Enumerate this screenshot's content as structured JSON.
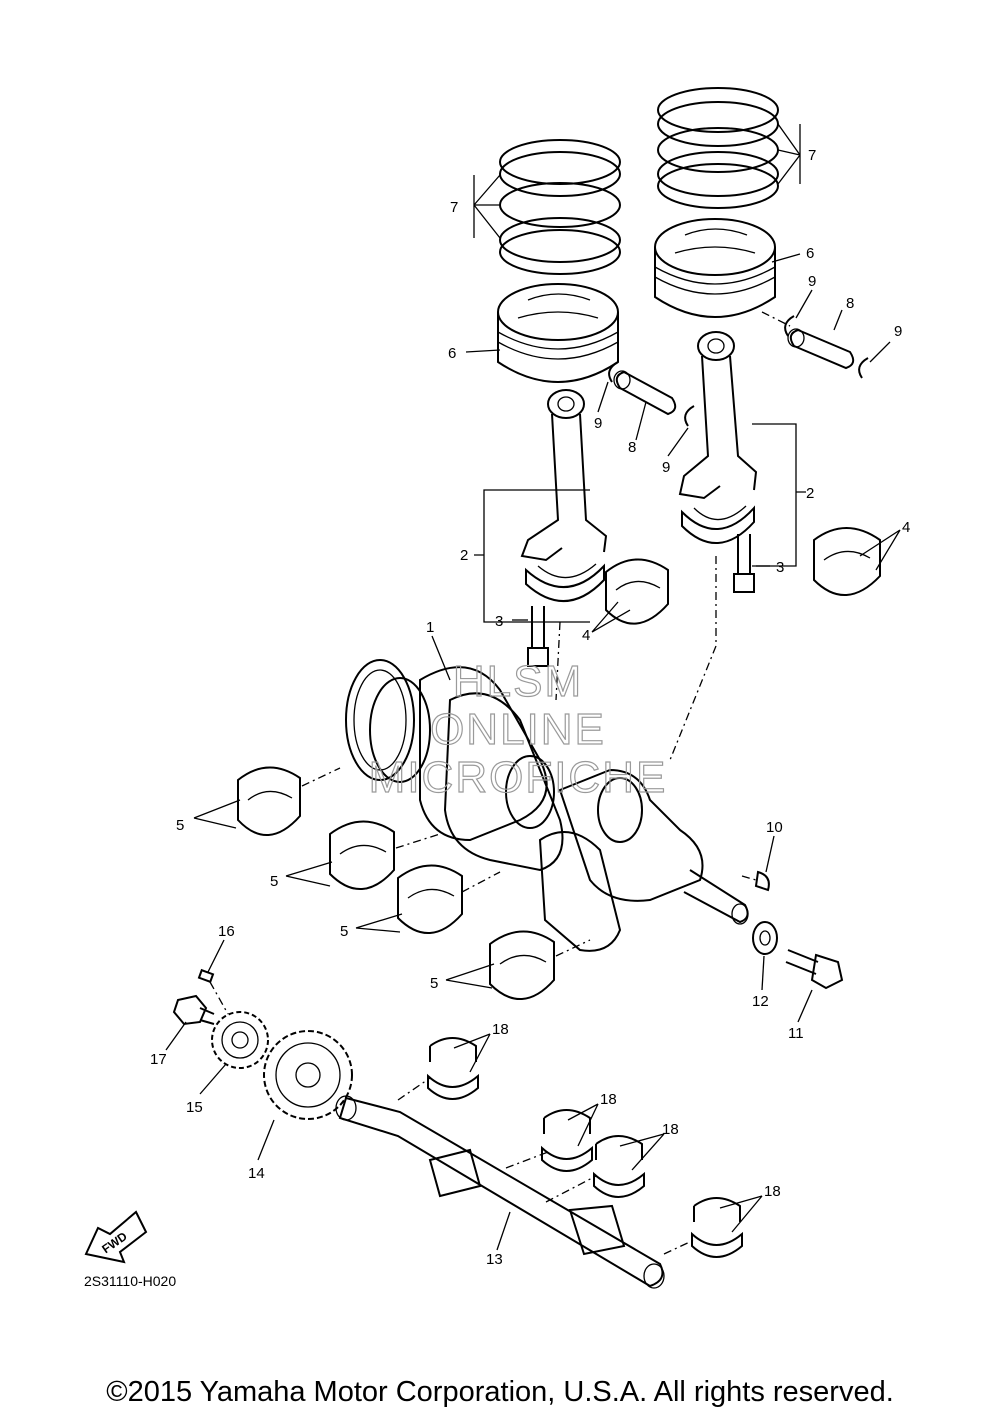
{
  "watermark": {
    "line1": "HLSM",
    "line2": "ONLINE",
    "line3": "MICROFICHE"
  },
  "diagram_code": "2S31110-H020",
  "fwd_label": "FWD",
  "copyright": "©2015 Yamaha Motor Corporation, U.S.A. All rights reserved.",
  "callouts": {
    "c1": "1",
    "c2a": "2",
    "c2b": "2",
    "c3a": "3",
    "c3b": "3",
    "c4a": "4",
    "c4b": "4",
    "c5a": "5",
    "c5b": "5",
    "c5c": "5",
    "c5d": "5",
    "c6a": "6",
    "c6b": "6",
    "c7a": "7",
    "c7b": "7",
    "c8a": "8",
    "c8b": "8",
    "c9a": "9",
    "c9b": "9",
    "c9c": "9",
    "c9d": "9",
    "c10": "10",
    "c11": "11",
    "c12": "12",
    "c13": "13",
    "c14": "14",
    "c15": "15",
    "c16": "16",
    "c17": "17",
    "c18a": "18",
    "c18b": "18",
    "c18c": "18",
    "c18d": "18"
  }
}
